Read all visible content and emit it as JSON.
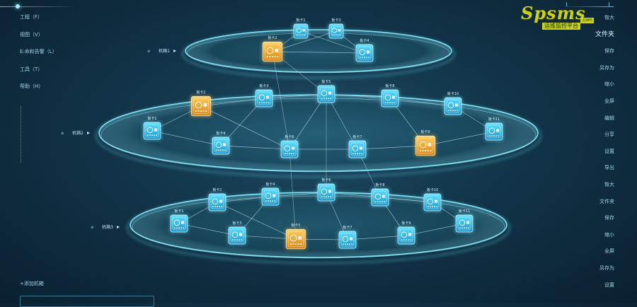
{
  "logo": {
    "text": "Spsms",
    "sub": "运维监控平台",
    "com": ".com"
  },
  "menu": [
    "工程（F）",
    "视图（V）",
    "E:命和告警（L）",
    "工具（T）",
    "帮助（H）"
  ],
  "right_menu": [
    "恢大",
    "文件夹",
    "保存",
    "另存为",
    "缩小",
    "全屏",
    "编辑",
    "分享",
    "设置",
    "导出",
    "恢大",
    "文件夹",
    "保存",
    "缩小",
    "全屏",
    "另存为",
    "设置"
  ],
  "add_button": "+添加机箱",
  "levels": [
    {
      "label": "机箱1",
      "nodes": [
        {
          "label": "板卡2",
          "status": "warning"
        },
        {
          "label": "板卡1",
          "status": "normal"
        },
        {
          "label": "板卡3",
          "status": "normal"
        },
        {
          "label": "板卡4",
          "status": "normal"
        }
      ]
    },
    {
      "label": "机箱2",
      "nodes": [
        {
          "label": "板卡1",
          "status": "normal"
        },
        {
          "label": "板卡2",
          "status": "warning"
        },
        {
          "label": "板卡3",
          "status": "normal"
        },
        {
          "label": "板卡4",
          "status": "normal"
        },
        {
          "label": "板卡5",
          "status": "normal"
        },
        {
          "label": "板卡6",
          "status": "normal"
        },
        {
          "label": "板卡7",
          "status": "normal"
        },
        {
          "label": "板卡8",
          "status": "normal"
        },
        {
          "label": "板卡9",
          "status": "warning"
        },
        {
          "label": "板卡10",
          "status": "normal"
        },
        {
          "label": "板卡11",
          "status": "normal"
        }
      ]
    },
    {
      "label": "机箱3",
      "nodes": [
        {
          "label": "板卡1",
          "status": "normal"
        },
        {
          "label": "板卡2",
          "status": "normal"
        },
        {
          "label": "板卡3",
          "status": "normal"
        },
        {
          "label": "板卡4",
          "status": "normal"
        },
        {
          "label": "板卡5",
          "status": "warning"
        },
        {
          "label": "板卡6",
          "status": "normal"
        },
        {
          "label": "板卡7",
          "status": "normal"
        },
        {
          "label": "板卡8",
          "status": "normal"
        },
        {
          "label": "板卡9",
          "status": "normal"
        },
        {
          "label": "板卡10",
          "status": "normal"
        },
        {
          "label": "板卡11",
          "status": "normal"
        }
      ]
    }
  ],
  "colors": {
    "normal": "#2ec4ea",
    "warning": "#f0a830",
    "ring": "#7ee2f5",
    "link": "#b9d4dc"
  }
}
